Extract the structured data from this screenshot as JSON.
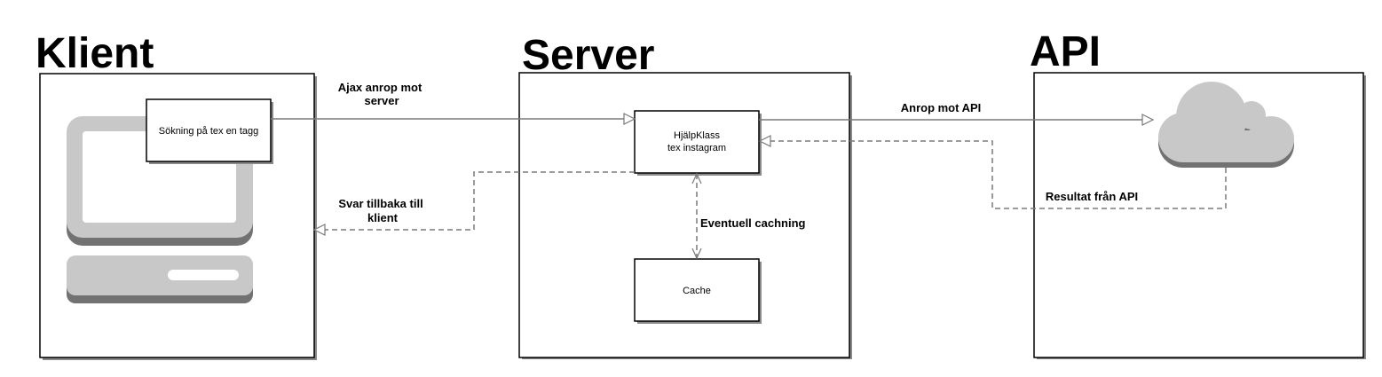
{
  "columns": {
    "client": {
      "title": "Klient"
    },
    "server": {
      "title": "Server"
    },
    "api": {
      "title": "API"
    }
  },
  "boxes": {
    "search": {
      "label": "Sökning på tex en tagg"
    },
    "helper": {
      "line1": "HjälpKlass",
      "line2": "tex instagram"
    },
    "cache": {
      "label": "Cache"
    }
  },
  "edges": {
    "ajax": {
      "line1": "Ajax anrop mot",
      "line2": "server"
    },
    "response": {
      "line1": "Svar tillbaka till",
      "line2": "klient"
    },
    "api_call": {
      "label": "Anrop mot API"
    },
    "api_result": {
      "label": "Resultat från API"
    },
    "caching": {
      "label": "Eventuell cachning"
    }
  },
  "icons": {
    "computer": "computer-icon",
    "cloud": "cloud-icon"
  },
  "colors": {
    "icon_gray": "#c8c8c8",
    "icon_shadow": "#727272",
    "line": "#7a7a7a",
    "box_shadow": "#8a8a8a"
  }
}
